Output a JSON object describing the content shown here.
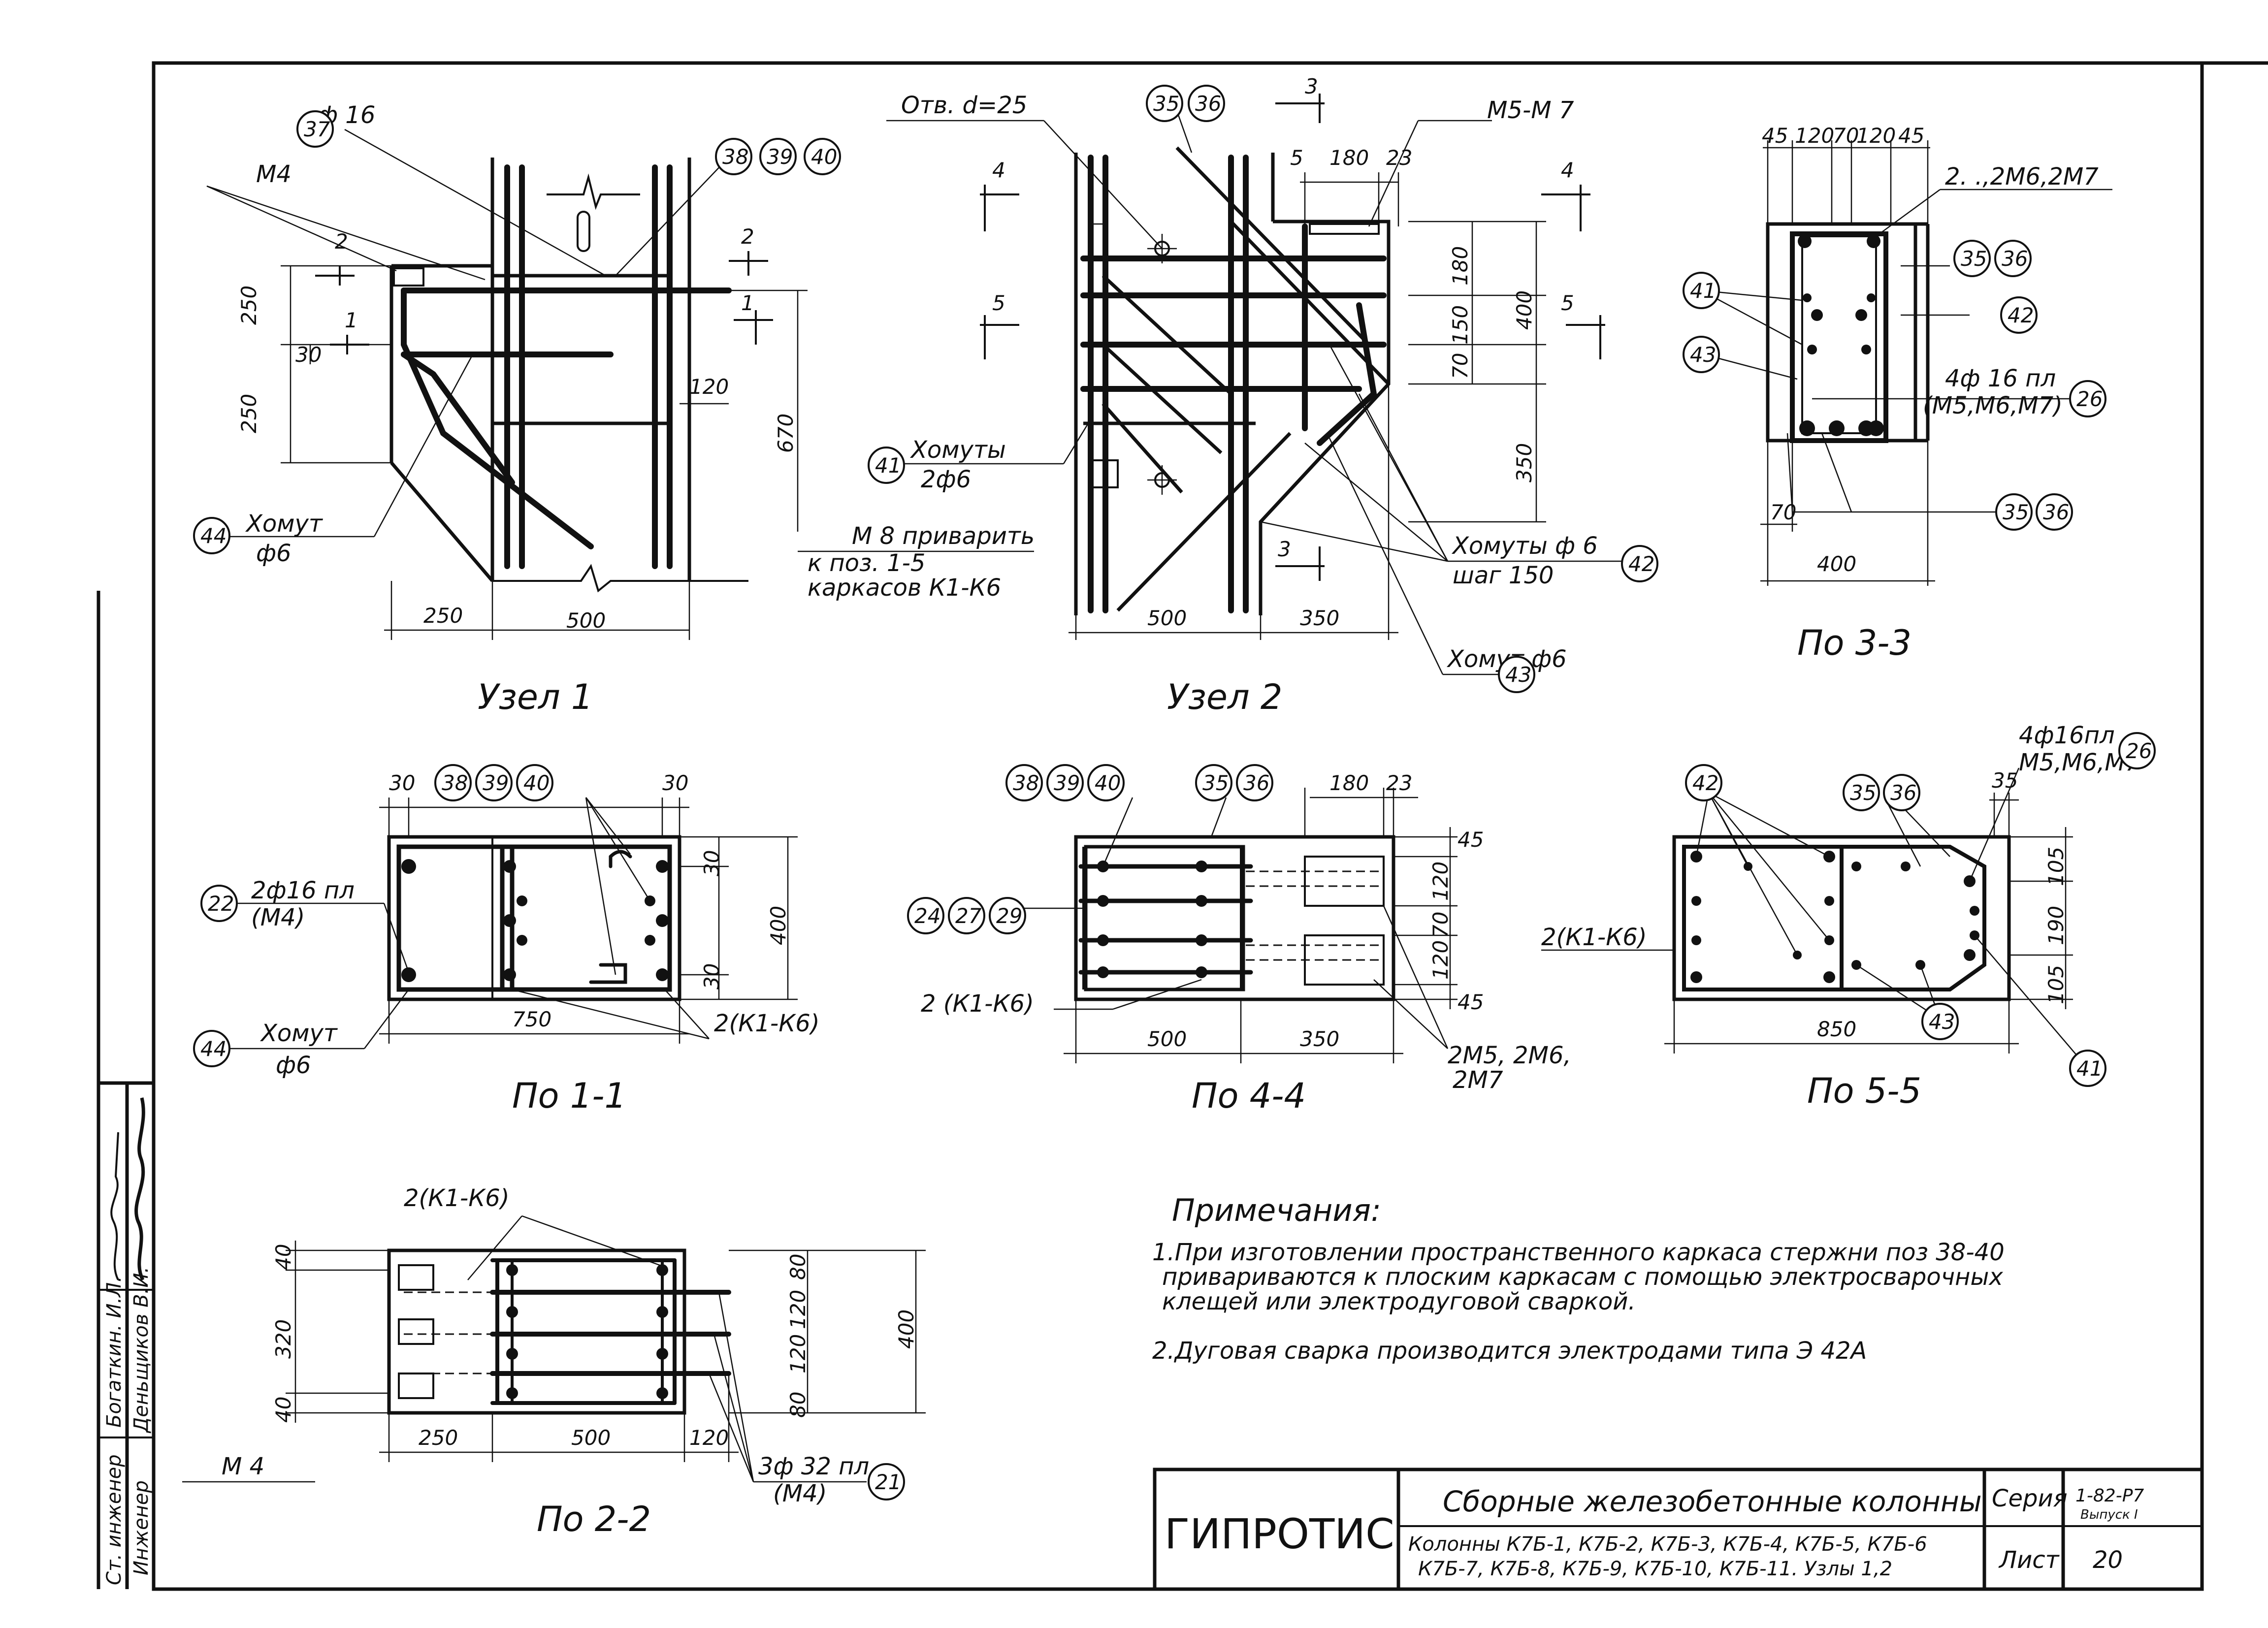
{
  "nodes": {
    "node1": {
      "title": "Узел 1",
      "callouts": [
        "37",
        "38",
        "39",
        "40",
        "44"
      ],
      "labels": {
        "phi16": "ф 16",
        "m4": "М4",
        "khomut": "Хомут",
        "khomut_d": "ф6"
      },
      "dims": [
        "250",
        "30",
        "250",
        "120",
        "670",
        "250",
        "500"
      ],
      "cuts": [
        "2",
        "1",
        "2",
        "1"
      ]
    },
    "node2": {
      "title": "Узел 2",
      "callouts": [
        "35",
        "36",
        "41",
        "42",
        "43"
      ],
      "labels": {
        "otv": "Отв. d=25",
        "m5m7": "М5-М 7",
        "khomuty41": "Хомуты",
        "khomuty41_d": "2ф6",
        "m8": "М 8 приварить",
        "k_poz": "к поз. 1-5",
        "karkasov": "каркасов К1-К6",
        "khomuty42": "Хомуты ф 6",
        "shag": "шаг 150",
        "khomut43": "Хомут ф6"
      },
      "dims": [
        "5",
        "180",
        "23",
        "180",
        "150",
        "400",
        "70",
        "350",
        "500",
        "350"
      ],
      "cuts": [
        "3",
        "4",
        "4",
        "5",
        "5",
        "3"
      ]
    },
    "sec33": {
      "title": "По 3-3",
      "callouts": [
        "35",
        "36",
        "41",
        "42",
        "43",
        "26"
      ],
      "labels": {
        "top": "2. .,2М6,2М7",
        "bars": "4ф 16 пл",
        "bars_sub": "(М5,М6,М7)"
      },
      "dims": [
        "45",
        "120",
        "70",
        "120",
        "45",
        "70",
        "400"
      ]
    },
    "sec11": {
      "title": "По 1-1",
      "callouts": [
        "22",
        "38",
        "39",
        "40",
        "44"
      ],
      "labels": {
        "bars": "2ф16 пл",
        "bars_sub": "(М4)",
        "khomut": "Хомут",
        "khomut_d": "ф6",
        "karkas": "2(К1-К6)"
      },
      "dims": [
        "30",
        "30",
        "30",
        "400",
        "30",
        "750"
      ]
    },
    "sec44": {
      "title": "По 4-4",
      "callouts": [
        "38",
        "39",
        "40",
        "35",
        "36",
        "24",
        "27",
        "29"
      ],
      "labels": {
        "karkas": "2 (К1-К6)",
        "m5": "2М5, 2М6,",
        "m7": "2М7"
      },
      "dims": [
        "180",
        "23",
        "45",
        "120",
        "70",
        "120",
        "45",
        "500",
        "350"
      ]
    },
    "sec55": {
      "title": "По 5-5",
      "callouts": [
        "42",
        "35",
        "36",
        "26",
        "43",
        "41"
      ],
      "labels": {
        "karkas": "2(К1-К6)",
        "bars": "4ф16пл",
        "bars_sub": "М5,М6,М7"
      },
      "dims": [
        "35",
        "105",
        "190",
        "105",
        "850"
      ]
    },
    "sec22": {
      "title": "По 2-2",
      "callouts": [
        "21"
      ],
      "labels": {
        "karkas": "2(К1-К6)",
        "m4": "М 4",
        "bars": "3ф 32 пл",
        "bars_sub": "(М4)"
      },
      "dims": [
        "40",
        "320",
        "40",
        "80",
        "120",
        "80",
        "120",
        "400",
        "250",
        "500",
        "120"
      ]
    }
  },
  "notes": {
    "heading": "Примечания:",
    "n1a": "1.При изготовлении пространственного каркаса стержни поз 38-40",
    "n1b": "привариваются к плоским каркасам с помощью электросварочных",
    "n1c": "клещей или электродуговой сваркой.",
    "n2": "2.Дуговая сварка производится электродами типа Э 42А"
  },
  "title_block": {
    "org": "ГИПРОТИС",
    "name": "Сборные железобетонные колонны",
    "desc1": "Колонны К7Б-1, К7Б-2, К7Б-3, К7Б-4, К7Б-5, К7Б-6",
    "desc2": "К7Б-7, К7Б-8, К7Б-9, К7Б-10, К7Б-11. Узлы 1,2",
    "seria_label": "Серия",
    "seria_value": "1-82-Р7",
    "seria_sub": "Выпуск I",
    "list_label": "Лист",
    "list_value": "20"
  },
  "side_stamp": {
    "role1": "Ст. инженер",
    "role2": "Инженер",
    "name1": "Богаткин. И.Л.",
    "name2": "Деньщиков В.И."
  }
}
